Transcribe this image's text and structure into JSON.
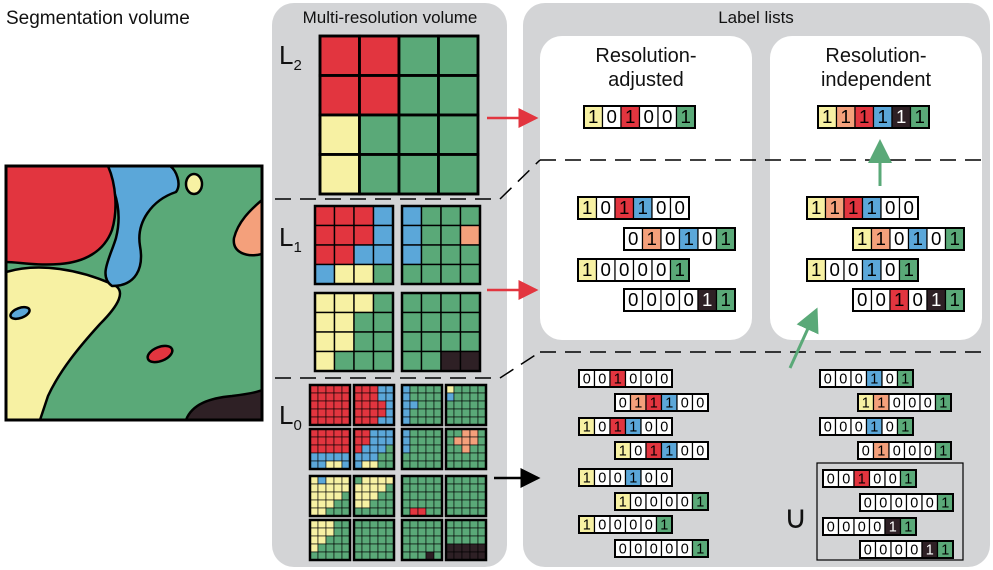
{
  "titles": {
    "segmentation": "Segmentation volume",
    "multires": "Multi-resolution volume",
    "label_lists": "Label lists"
  },
  "levels": {
    "l2": {
      "base": "L",
      "sub": "2"
    },
    "l1": {
      "base": "L",
      "sub": "1"
    },
    "l0": {
      "base": "L",
      "sub": "0"
    }
  },
  "cards": {
    "adjusted_line1": "Resolution-",
    "adjusted_line2": "adjusted",
    "independent_line1": "Resolution-",
    "independent_line2": "independent"
  },
  "union_symbol": "∪",
  "colors": {
    "red": "#e2353f",
    "green": "#5aa978",
    "yellow": "#f7f1a3",
    "blue": "#5ba7d9",
    "orange": "#f4a07b",
    "dark": "#2e2025",
    "white": "#ffffff",
    "panel": "#d3d4d6",
    "arrow_red": "#e2353f",
    "arrow_green": "#5aa978",
    "arrow_black": "#000000"
  },
  "label_lists": {
    "l2_adjusted": [
      [
        "1",
        "0",
        "1",
        "0",
        "0",
        "1"
      ]
    ],
    "l2_independent": [
      [
        "1",
        "1",
        "1",
        "1",
        "1",
        "1"
      ]
    ],
    "l1_adjusted": [
      [
        "1",
        "0",
        "1",
        "1",
        "0",
        "0"
      ],
      [
        "0",
        "1",
        "0",
        "1",
        "0",
        "1"
      ],
      [
        "1",
        "0",
        "0",
        "0",
        "0",
        "1"
      ],
      [
        "0",
        "0",
        "0",
        "0",
        "1",
        "1"
      ]
    ],
    "l1_independent": [
      [
        "1",
        "1",
        "1",
        "1",
        "0",
        "0"
      ],
      [
        "1",
        "1",
        "0",
        "1",
        "0",
        "1"
      ],
      [
        "1",
        "0",
        "0",
        "1",
        "0",
        "1"
      ],
      [
        "0",
        "0",
        "1",
        "0",
        "1",
        "1"
      ]
    ],
    "l0_adjusted": [
      [
        "0",
        "0",
        "1",
        "0",
        "0",
        "0"
      ],
      [
        "0",
        "1",
        "1",
        "1",
        "0",
        "0"
      ],
      [
        "1",
        "0",
        "1",
        "1",
        "0",
        "0"
      ],
      [
        "1",
        "0",
        "1",
        "1",
        "0",
        "0"
      ],
      [
        "1",
        "0",
        "0",
        "1",
        "0",
        "0"
      ],
      [
        "1",
        "0",
        "0",
        "0",
        "0",
        "1"
      ],
      [
        "1",
        "0",
        "0",
        "0",
        "0",
        "1"
      ],
      [
        "0",
        "0",
        "0",
        "0",
        "0",
        "1"
      ]
    ],
    "l0_independent": [
      [
        "0",
        "0",
        "0",
        "1",
        "0",
        "1"
      ],
      [
        "1",
        "1",
        "0",
        "0",
        "0",
        "1"
      ],
      [
        "0",
        "0",
        "0",
        "1",
        "0",
        "1"
      ],
      [
        "0",
        "1",
        "0",
        "0",
        "0",
        "1"
      ],
      [
        "0",
        "0",
        "1",
        "0",
        "0",
        "1"
      ],
      [
        "0",
        "0",
        "0",
        "0",
        "0",
        "1"
      ],
      [
        "0",
        "0",
        "0",
        "0",
        "1",
        "1"
      ],
      [
        "0",
        "0",
        "0",
        "0",
        "1",
        "1"
      ]
    ]
  }
}
